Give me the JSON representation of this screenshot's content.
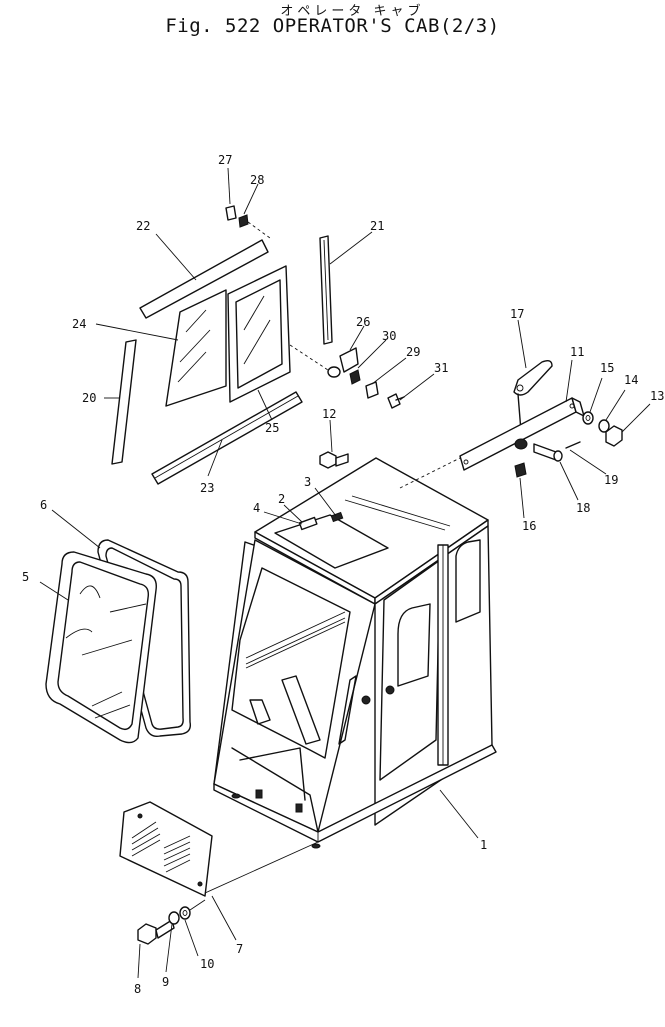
{
  "header": {
    "japanese_title": "オペレータ キャブ",
    "title": "Fig. 522 OPERATOR'S CAB(2/3)"
  },
  "parts": [
    {
      "id": "p1",
      "label": "1"
    },
    {
      "id": "p2",
      "label": "2"
    },
    {
      "id": "p3",
      "label": "3"
    },
    {
      "id": "p4",
      "label": "4"
    },
    {
      "id": "p5",
      "label": "5"
    },
    {
      "id": "p6",
      "label": "6"
    },
    {
      "id": "p7",
      "label": "7"
    },
    {
      "id": "p8",
      "label": "8"
    },
    {
      "id": "p9",
      "label": "9"
    },
    {
      "id": "p10",
      "label": "10"
    },
    {
      "id": "p11",
      "label": "11"
    },
    {
      "id": "p12",
      "label": "12"
    },
    {
      "id": "p13",
      "label": "13"
    },
    {
      "id": "p14",
      "label": "14"
    },
    {
      "id": "p15",
      "label": "15"
    },
    {
      "id": "p16",
      "label": "16"
    },
    {
      "id": "p17",
      "label": "17"
    },
    {
      "id": "p18",
      "label": "18"
    },
    {
      "id": "p19",
      "label": "19"
    },
    {
      "id": "p20",
      "label": "20"
    },
    {
      "id": "p21",
      "label": "21"
    },
    {
      "id": "p22",
      "label": "22"
    },
    {
      "id": "p23",
      "label": "23"
    },
    {
      "id": "p24",
      "label": "24"
    },
    {
      "id": "p25",
      "label": "25"
    },
    {
      "id": "p26",
      "label": "26"
    },
    {
      "id": "p27",
      "label": "27"
    },
    {
      "id": "p28",
      "label": "28"
    },
    {
      "id": "p29",
      "label": "29"
    },
    {
      "id": "p30",
      "label": "30"
    },
    {
      "id": "p31",
      "label": "31"
    }
  ]
}
